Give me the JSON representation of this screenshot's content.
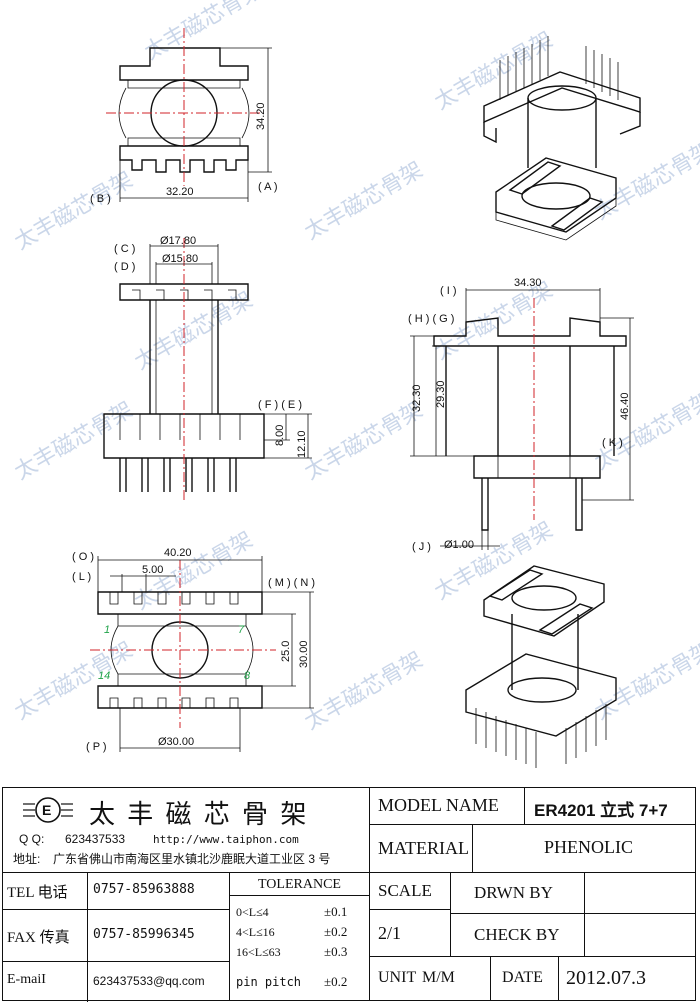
{
  "watermark": "太丰磁芯骨架",
  "views": {
    "top": {
      "dim_height": "34.20",
      "dim_width": "32.20",
      "label_a": "( A )",
      "label_b": "( B )"
    },
    "front": {
      "dim_c": "Ø17.80",
      "dim_d": "Ø15.80",
      "dim_f": "8.00",
      "dim_e": "12.10",
      "label_c": "( C )",
      "label_d": "( D )",
      "label_fe": "( F ) ( E )"
    },
    "side": {
      "dim_i": "34.30",
      "dim_h": "32.30",
      "dim_g": "29.30",
      "dim_k": "46.40",
      "dim_j": "Ø1.00",
      "label_i": "( I )",
      "label_hg": "( H ) ( G )",
      "label_k": "( K )",
      "label_j": "( J )"
    },
    "bottom": {
      "dim_o": "40.20",
      "dim_l": "5.00",
      "dim_m": "25.0",
      "dim_n": "30.00",
      "dim_p": "Ø30.00",
      "label_o": "( O )",
      "label_l": "( L )",
      "label_mn": "( M ) ( N )",
      "label_p": "( P )",
      "pin_1": "1",
      "pin_7": "7",
      "pin_14": "14",
      "pin_8": "8"
    }
  },
  "title_block": {
    "company": "太 丰 磁 芯 骨 架",
    "qq_label": "Q Q:",
    "qq": "623437533",
    "url": "http://www.taiphon.com",
    "addr_label": "地址:",
    "address": "广东省佛山市南海区里水镇北沙鹿眠大道工业区 3 号",
    "tel_label": "TEL 电话",
    "tel": "0757-85963888",
    "fax_label": "FAX 传真",
    "fax": "0757-85996345",
    "email_label": "E-maiI",
    "email": "623437533@qq.com",
    "tolerance_label": "TOLERANCE",
    "tol_rows": [
      {
        "range": "0<L≤4",
        "value": "±0.1"
      },
      {
        "range": "4<L≤16",
        "value": "±0.2"
      },
      {
        "range": "16<L≤63",
        "value": "±0.3"
      },
      {
        "range": "pin pitch",
        "value": "±0.2"
      }
    ],
    "model_name_label": "MODEL NAME",
    "model_name": "ER4201 立式 7+7",
    "material_label": "MATERIAL",
    "material": "PHENOLIC",
    "scale_label": "SCALE",
    "scale": "2/1",
    "drawn_by_label": "DRWN BY",
    "check_by_label": "CHECK BY",
    "unit_label": "UNIT",
    "unit": "M/M",
    "date_label": "DATE",
    "date": "2012.07.3"
  }
}
